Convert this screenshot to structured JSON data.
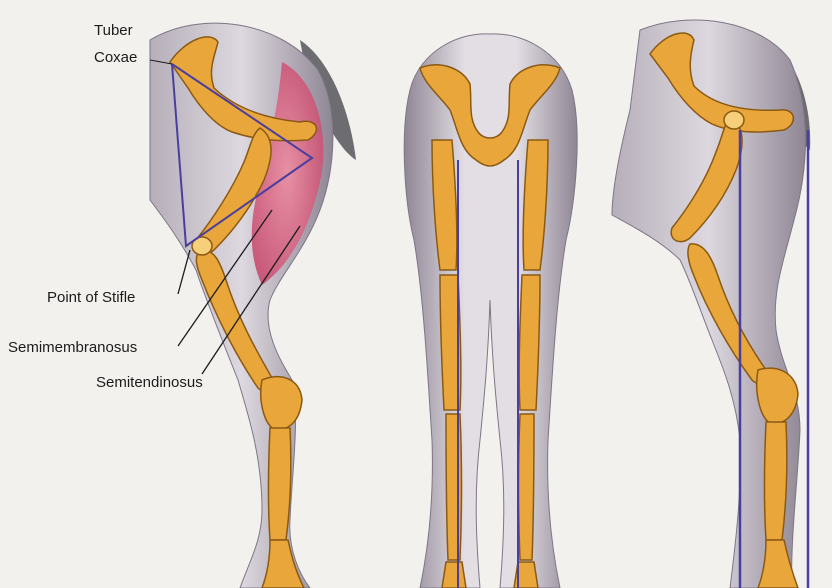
{
  "labels": {
    "tuber": "Tuber",
    "coxae": "Coxae",
    "point_of_stifle": "Point of Stifle",
    "semimembranosus": "Semimembranosus",
    "semitendinosus": "Semitendinosus"
  },
  "colors": {
    "background": "#f2f1ee",
    "skin": "#c9c3cc",
    "skin_shadow": "#8f8694",
    "bone": "#e9a63a",
    "bone_light": "#f7cf7a",
    "bone_outline": "#8a5a14",
    "muscle": "#e46a86",
    "line": "#4a3f9e",
    "tail": "#55555a"
  },
  "panels": [
    "side-view-muscles",
    "rear-view-alignment",
    "side-view-alignment"
  ]
}
